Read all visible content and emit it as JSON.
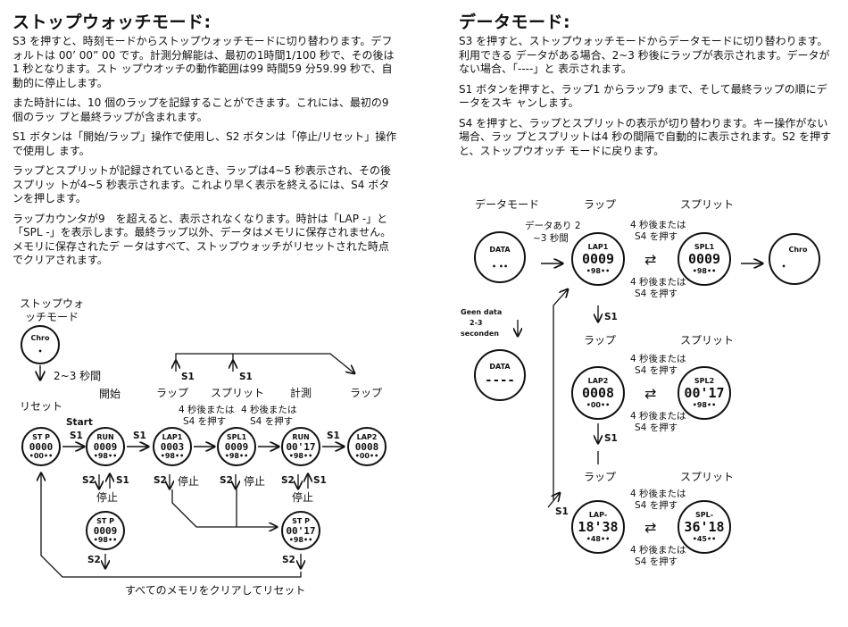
{
  "left": {
    "title": "ストップウォッチモード:",
    "paragraphs": [
      "S3 を押すと、時刻モードからストップウォッチモードに切り替わります。デフォルトは 00’ 00” 00 です。計測分解能は、最初の1時間1/100 秒で、その後は1 秒となります。スト ップウオッチの動作範囲は99 時間59 分59.99 秒で、自動的に停止します。",
      "また時計には、10 個のラップを記録することができます。これには、最初の9 個のラッ プと最終ラップが含まれます。",
      "S1 ボタンは「開始/ラップ」操作で使用し、S2 ボタンは「停止/リセット」操作で使用し ます。",
      "ラップとスプリットが記録されているとき、ラップは4~5 秒表示され、その後スプリッ トが4~5 秒表示されます。これより早く表示を終えるには、S4 ボタンを押します。",
      "ラップカウンタが9　を超えると、表示されなくなります。時計は「LAP -」と「SPL -」を表示します。最終ラップ以外、データはメモリに保存されません。メモリに保存されたデ ータはすべて、ストップウォッチがリセットされた時点でクリアされます。"
    ]
  },
  "right": {
    "title": "データモード:",
    "paragraphs": [
      "S3 を押すと、ストップウォッチモードからデータモードに切り替わります。利用できる データがある場合、2~3 秒後にラップが表示されます。データがない場合、「----」と 表示されます。",
      "S1 ボタンを押すと、ラップ1 からラップ9 まで、そして最終ラップの順にデータをスキ ャンします。",
      "S4 を押すと、ラップとスプリットの表示が切り替わります。キー操作がない場合、ラッ プとスプリットは4 秒の間隔で自動的に表示されます。S2 を押すと、ストップウオッチ モードに戻ります。"
    ]
  },
  "stopwatch_diagram": {
    "mode_title_1": "ストップウォ",
    "mode_title_2": "ッチモード",
    "delay": "2~3 秒間",
    "reset": "リセット",
    "start_top": "開始",
    "start": "Start",
    "lap": "ラップ",
    "split": "スプリット",
    "measure": "計測",
    "lap2": "ラップ",
    "s1": "S1",
    "s2": "S2",
    "after45_a": "4 秒後または",
    "after45_b": "S4 を押す",
    "stop": "停止",
    "clear_all": "すべてのメモリをクリアしてリセット",
    "disp_chro": "Chro",
    "disp_stp": "ST P",
    "disp_0000": "0000",
    "disp_00": "•00••",
    "disp_run": "RUN",
    "disp_0009": "0009",
    "disp_98": "•98••",
    "disp_lap1": "LAP1",
    "disp_0003": "0003",
    "disp_spl1": "SPL1",
    "disp_0017": "00'17",
    "disp_lap2": "LAP2",
    "disp_0008": "0008"
  },
  "data_diagram": {
    "data_mode": "データモード",
    "lap": "ラップ",
    "split": "スプリット",
    "data_yes": "データあり 2",
    "data_yes_2": "~3 秒間",
    "after45_a": "4 秒後または",
    "after45_b": "S4 を押す",
    "no_data_1": "Geen data",
    "no_data_2": "2-3",
    "no_data_3": "seconden",
    "s1": "S1",
    "disp_data": "DATA",
    "disp_dashes": "----",
    "disp_lap1": "LAP1",
    "disp_0009": "0009",
    "disp_98": "•98••",
    "disp_spl1": "SPL1",
    "disp_chro": "Chro",
    "disp_lap2": "LAP2",
    "disp_0008": "0008",
    "disp_00": "•00••",
    "disp_spl2": "SPL2",
    "disp_0017": "00'17",
    "disp_lapm": "LAP-",
    "disp_1838": "18'38",
    "disp_48": "•48••",
    "disp_splm": "SPL-",
    "disp_3618": "36'18",
    "disp_45": "•45••"
  }
}
